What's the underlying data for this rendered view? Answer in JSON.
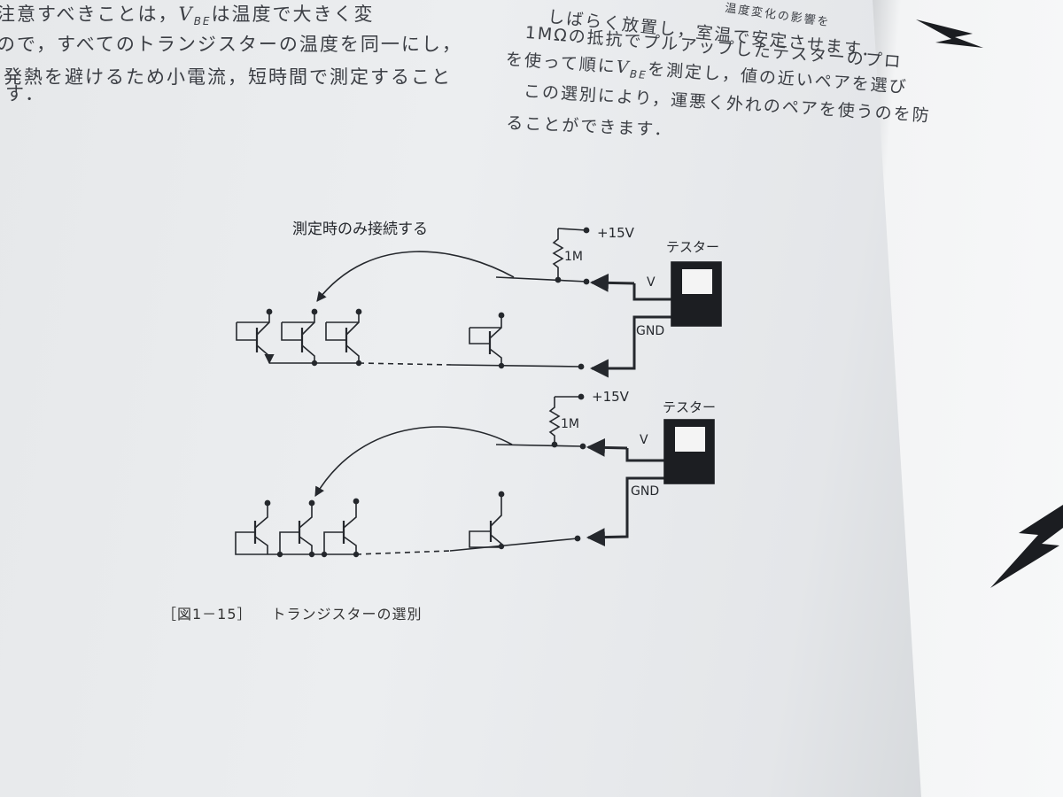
{
  "left_column": [
    "…注意すべきことは，V_BE は温度で大きく変",
    "…ので，すべてのトランジスターの温度を同一にし，",
    "…発熱を避けるため小電流，短時間で測定すること",
    "…す．"
  ],
  "left_column_parts": {
    "l1_pre": "注意すべきことは，",
    "l1_post": "は温度で大きく変",
    "l2": "ので，すべてのトランジスターの温度を同一にし，",
    "l3": "発熱を避けるため小電流，短時間で測定すること",
    "l4": "す．"
  },
  "right_column_parts": {
    "r0": "しばらく放置し，室温で安定させます．",
    "r0_tail": "温度変化の影響を",
    "r1": "1MΩの抵抗でプルアップしたテスターのプロ",
    "r2_pre": "を使って順に",
    "r2_post": "を測定し，値の近いペアを選び",
    "r3": "この選別により，運悪く外れのペアを使うのを防",
    "r4": "ることができます．"
  },
  "vbe": {
    "main": "V",
    "sub": "BE"
  },
  "figure": {
    "top": {
      "annotation": "測定時のみ接続する",
      "supply": "+15V",
      "resistor": "1M",
      "meter": "テスター",
      "v_label": "V",
      "gnd_label": "GND"
    },
    "bottom": {
      "supply": "+15V",
      "resistor": "1M",
      "meter": "テスター",
      "v_label": "V",
      "gnd_label": "GND"
    }
  },
  "caption": {
    "number": "［図1－15］",
    "title": "トランジスターの選別"
  },
  "colors": {
    "ink": "#25282d",
    "paper": "#eceef0"
  }
}
